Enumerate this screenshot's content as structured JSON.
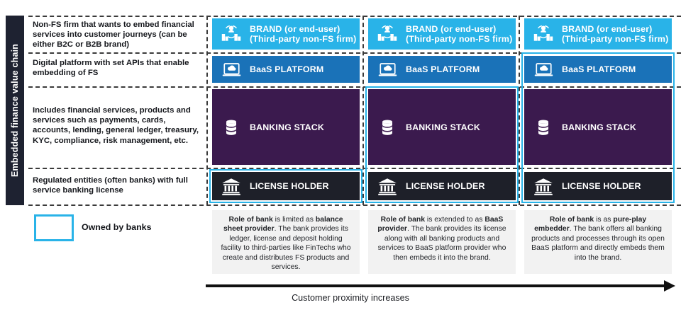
{
  "axis_label": {
    "text": "Embedded finance value chain"
  },
  "rows": [
    {
      "key": "brand",
      "description": "Non-FS firm that wants to embed financial services into customer journeys (can be either B2C or B2B brand)",
      "box_label_line1": "BRAND (or end-user)",
      "box_label_line2": "(Third-party non-FS firm)",
      "icon": "people-network-icon",
      "color": "#29b3e8"
    },
    {
      "key": "baas",
      "description": "Digital platform with set APIs that enable embedding of FS",
      "box_label_line1": "BaaS PLATFORM",
      "box_label_line2": "",
      "icon": "laptop-cloud-icon",
      "color": "#1a72b8"
    },
    {
      "key": "stack",
      "description": "Includes financial services, products and services such as payments, cards, accounts, lending, general ledger, treasury, KYC, compliance, risk management, etc.",
      "box_label_line1": "BANKING STACK",
      "box_label_line2": "",
      "icon": "database-stack-icon",
      "color": "#3b1a4e"
    },
    {
      "key": "license",
      "description": "Regulated entities (often banks) with full service banking license",
      "box_label_line1": "LICENSE HOLDER",
      "box_label_line2": "",
      "icon": "bank-building-icon",
      "color": "#1e2029"
    }
  ],
  "columns": [
    {
      "id": "model-1",
      "owned_by_banks": [
        "license"
      ],
      "note_html": "<b>Role of bank</b> is limited as <b>balance sheet provider</b>. The bank provides its ledger, license and deposit holding facility to third-parties like FinTechs who create and distributes FS products and services."
    },
    {
      "id": "model-2",
      "owned_by_banks": [
        "stack",
        "license"
      ],
      "note_html": "<b>Role of bank</b> is extended to as <b>BaaS provider</b>. The bank provides its license along with all banking products and services to BaaS platform provider who then embeds it into the brand."
    },
    {
      "id": "model-3",
      "owned_by_banks": [
        "baas",
        "stack",
        "license"
      ],
      "note_html": "<b>Role of bank</b> is as <b>pure-play embedder</b>. The bank offers all banking products and processes through its open BaaS platform and directly embeds them into the brand."
    }
  ],
  "legend": {
    "label": "Owned by banks",
    "swatch_color": "#29b3e8"
  },
  "footer_arrow": {
    "caption": "Customer proximity increases",
    "color": "#111111"
  },
  "palette": {
    "brand_cyan": "#29b3e8",
    "baas_blue": "#1a72b8",
    "stack_purple": "#3b1a4e",
    "license_navy": "#1e2029",
    "note_gray": "#f2f2f2",
    "rule_dark": "#3a3a3a"
  }
}
